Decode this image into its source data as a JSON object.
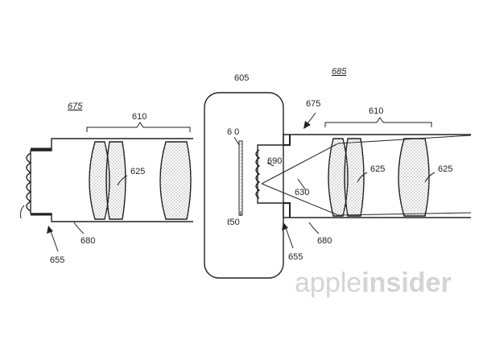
{
  "labels": {
    "l675_left": "675",
    "l610_left": "610",
    "l625_left": "625",
    "l655_left": "655",
    "l680_left": "680",
    "l605": "605",
    "l670": "6 0",
    "l650": "ℓ50",
    "l685": "685",
    "l675_right": "675",
    "l610_right": "610",
    "l690": "690",
    "l630": "630",
    "l625_right_a": "625",
    "l625_right_b": "625",
    "l655_right": "655",
    "l680_right": "680"
  },
  "watermark": {
    "light": "apple",
    "bold": "insider"
  }
}
